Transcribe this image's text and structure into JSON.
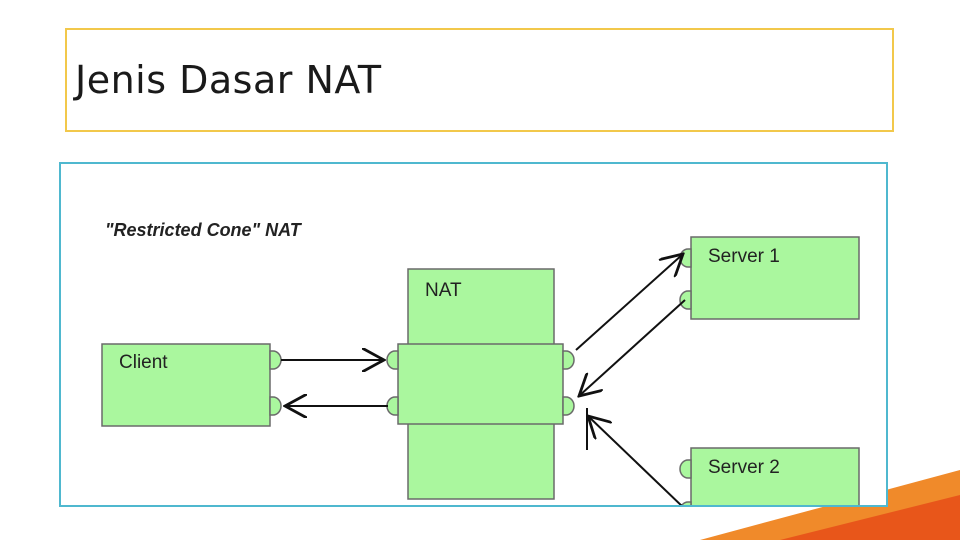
{
  "slide": {
    "title": "Jenis Dasar NAT"
  },
  "diagram": {
    "heading": "\"Restricted Cone\" NAT",
    "nodes": {
      "nat": "NAT",
      "client": "Client",
      "server1": "Server 1",
      "server2": "Server 2"
    }
  },
  "colors": {
    "box_fill": "#aaf79e",
    "box_stroke": "#6a6a6a",
    "title_border": "#f2c84b",
    "frame_border": "#4fb8cf",
    "accent_orange": "#e8561a"
  }
}
